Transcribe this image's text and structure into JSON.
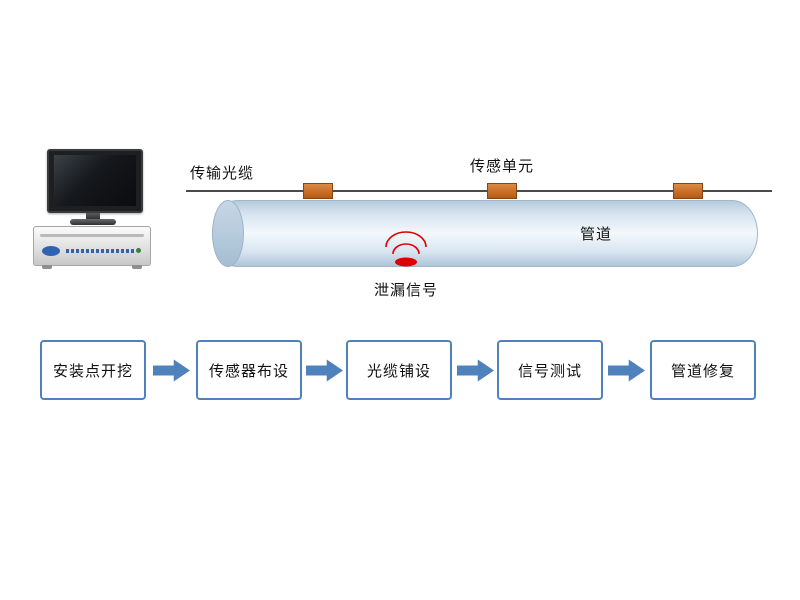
{
  "diagram": {
    "labels": {
      "transmission_cable": "传输光缆",
      "sensor_unit": "传感单元",
      "pipeline": "管道",
      "leak_signal": "泄漏信号"
    },
    "colors": {
      "flow_blue": "#4f81bd",
      "sensor_orange": "#c05a14",
      "leak_red": "#dd0000",
      "pipe_fill": "#dce9f4",
      "cable_gray": "#4a4a4a"
    }
  },
  "flow": {
    "steps": [
      {
        "label": "安装点开挖"
      },
      {
        "label": "传感器布设"
      },
      {
        "label": "光缆铺设"
      },
      {
        "label": "信号测试"
      },
      {
        "label": "管道修复"
      }
    ]
  }
}
